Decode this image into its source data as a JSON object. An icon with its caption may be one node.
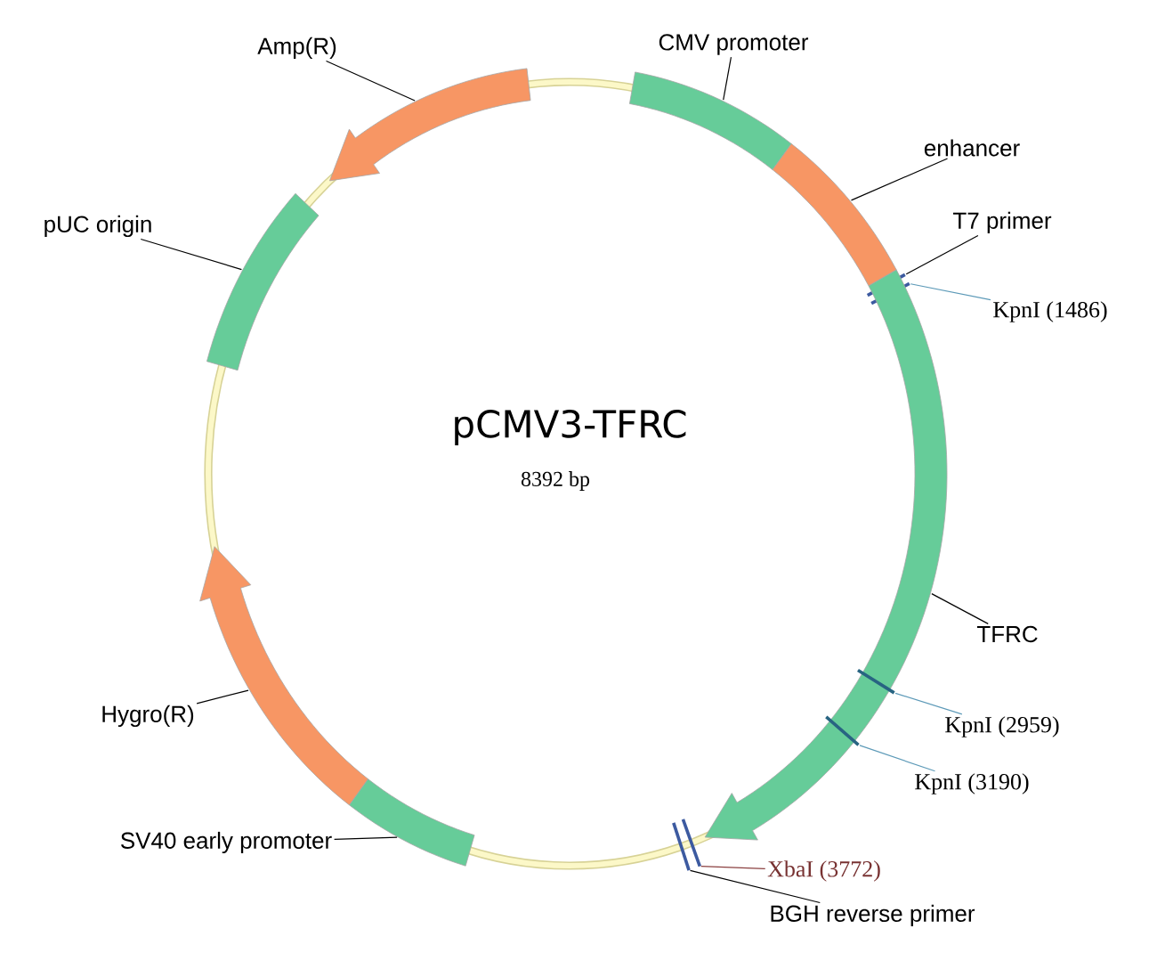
{
  "diagram": {
    "title": "pCMV3-TFRC",
    "nodes": [
      {
        "text": [
          "Amp(R)"
        ]
      },
      {
        "text": [],
        "shape": "arrow"
      },
      {
        "text": [
          "CMV promoter"
        ]
      },
      {
        "text": [],
        "shape": "bar"
      },
      {
        "text": [
          "enhancer"
        ]
      },
      {
        "text": [],
        "shape": "bar"
      },
      {
        "text": [
          "pUC origin"
        ]
      },
      {
        "text": [],
        "shape": "bar"
      },
      {
        "text": [
          "T7 primer"
        ]
      },
      {
        "text": [],
        "shape": "line",
        "in": 13
      },
      {
        "text": [
          "KpnI (1486)"
        ]
      },
      {
        "text": [],
        "shape": "line",
        "in": 13
      },
      {
        "text": [
          "TFRC"
        ]
      },
      {
        "text": [],
        "shape": "arrow"
      },
      {
        "text": [
          "Hygro(R)"
        ]
      },
      {
        "text": [],
        "shape": "arrow"
      },
      {
        "text": [
          "KpnI (2959)"
        ]
      },
      {
        "text": [],
        "shape": "line",
        "in": 13
      },
      {
        "text": [
          "KpnI (3190)"
        ]
      },
      {
        "text": [],
        "shape": "line",
        "in": 13
      },
      {
        "text": [
          "SV40 early promoter"
        ]
      },
      {
        "text": [],
        "shape": "bar"
      },
      {
        "text": [
          "XbaI (3772)"
        ]
      },
      {
        "text": [],
        "shape": "line"
      },
      {
        "text": [
          "BGH reverse primer"
        ]
      },
      {
        "text": [],
        "shape": "line"
      }
    ],
    "edges": [
      {
        "from": 0,
        "to": 1,
        "arrow": "none"
      },
      {
        "from": 2,
        "to": 3,
        "arrow": "none"
      },
      {
        "from": 4,
        "to": 5,
        "arrow": "none"
      },
      {
        "from": 6,
        "to": 7,
        "arrow": "none"
      },
      {
        "from": 8,
        "to": 9,
        "arrow": "none"
      },
      {
        "from": 10,
        "to": 11,
        "arrow": "none",
        "color": "#5d9ab8"
      },
      {
        "from": 12,
        "to": 13,
        "arrow": "none"
      },
      {
        "from": 14,
        "to": 15,
        "arrow": "none"
      },
      {
        "from": 16,
        "to": 17,
        "arrow": "none",
        "color": "#5d9ab8"
      },
      {
        "from": 18,
        "to": 19,
        "arrow": "none",
        "color": "#5d9ab8"
      },
      {
        "from": 20,
        "to": 21,
        "arrow": "none"
      },
      {
        "from": 22,
        "to": 23,
        "arrow": "none",
        "color": "#8b4040"
      },
      {
        "from": 24,
        "to": 25,
        "arrow": "none"
      }
    ],
    "labels": [
      "8392 bp"
    ]
  }
}
